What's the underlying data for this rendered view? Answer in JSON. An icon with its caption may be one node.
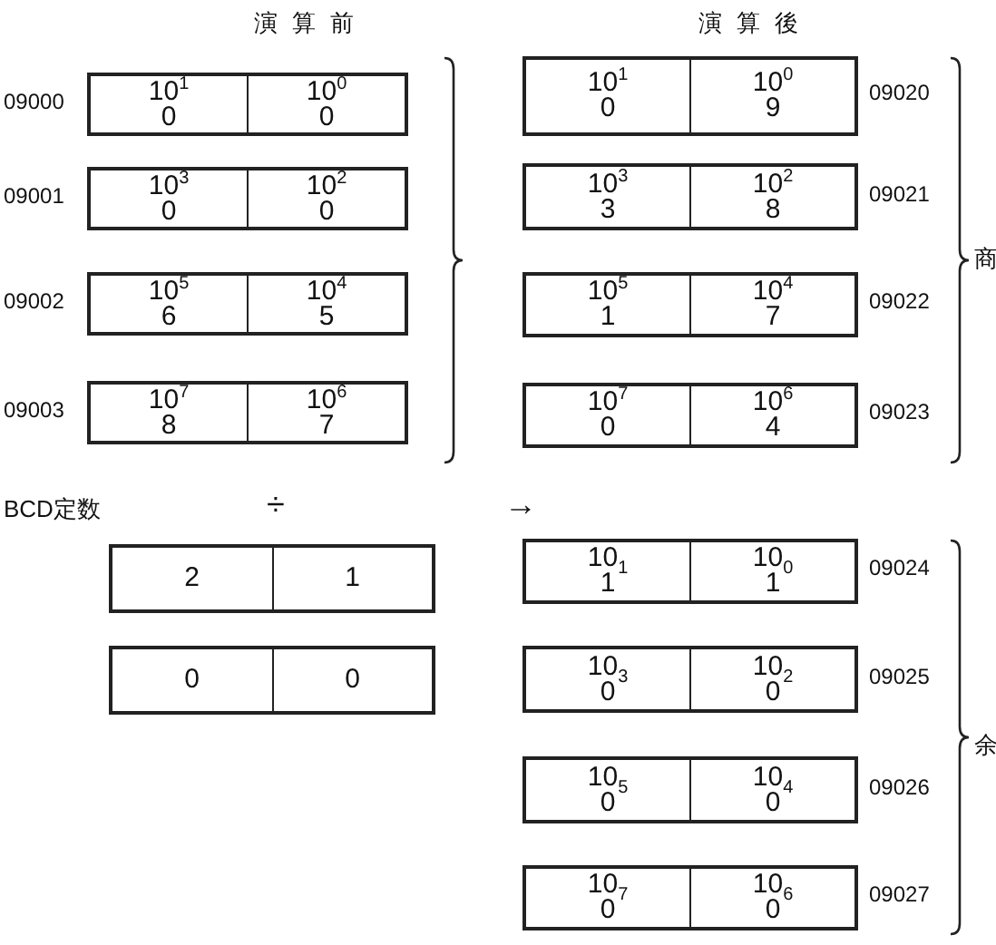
{
  "diagram": {
    "nodes": [
      {
        "text": [],
        "shape": "box",
        "beside": [
          "09000"
        ]
      },
      {
        "text": [
          "10$^{1}$",
          "0"
        ],
        "in": 0
      },
      {
        "text": [
          "10$^{0}$",
          "0"
        ],
        "in": 0
      },
      {
        "text": [],
        "shape": "box",
        "beside": [
          "09001"
        ]
      },
      {
        "text": [
          "10$^{3}$",
          "0"
        ],
        "in": 3
      },
      {
        "text": [
          "10$^{2}$",
          "0"
        ],
        "in": 3
      },
      {
        "text": [],
        "shape": "box",
        "beside": [
          "09002"
        ]
      },
      {
        "text": [
          "10$^{5}$",
          "6"
        ],
        "in": 6
      },
      {
        "text": [
          "10$^{4}$",
          "5"
        ],
        "in": 6
      },
      {
        "text": [],
        "shape": "box",
        "beside": [
          "09003"
        ]
      },
      {
        "text": [
          "10$^{7}$",
          "8"
        ],
        "in": 9
      },
      {
        "text": [
          "10$^{6}$",
          "7"
        ],
        "in": 9
      },
      {
        "text": [],
        "shape": "box"
      },
      {
        "text": [
          "2"
        ],
        "in": 12
      },
      {
        "text": [
          "1"
        ],
        "in": 12
      },
      {
        "text": [],
        "shape": "box"
      },
      {
        "text": [
          "0"
        ],
        "in": 15
      },
      {
        "text": [
          "0"
        ],
        "in": 15
      },
      {
        "text": [],
        "shape": "box",
        "beside": [
          "09020"
        ]
      },
      {
        "text": [
          "10$^{1}$",
          "0"
        ],
        "in": 18
      },
      {
        "text": [
          "10$^{0}$",
          "9"
        ],
        "in": 18
      },
      {
        "text": [],
        "shape": "box",
        "beside": [
          "09021"
        ]
      },
      {
        "text": [
          "10$^{3}$",
          "3"
        ],
        "in": 21
      },
      {
        "text": [
          "10$^{2}$",
          "8"
        ],
        "in": 21
      },
      {
        "text": [],
        "shape": "box",
        "beside": [
          "09022"
        ]
      },
      {
        "text": [
          "10$^{5}$",
          "1"
        ],
        "in": 24
      },
      {
        "text": [
          "10$^{4}$",
          "7"
        ],
        "in": 24
      },
      {
        "text": [],
        "shape": "box",
        "beside": [
          "09023"
        ]
      },
      {
        "text": [
          "10$^{7}$",
          "0"
        ],
        "in": 27
      },
      {
        "text": [
          "10$^{6}$",
          "4"
        ],
        "in": 27
      },
      {
        "text": [],
        "shape": "box",
        "beside": [
          "09024"
        ]
      },
      {
        "text": [
          "10$_{1}$",
          "1"
        ],
        "in": 30
      },
      {
        "text": [
          "10$_{0}$",
          "1"
        ],
        "in": 30
      },
      {
        "text": [],
        "shape": "box",
        "beside": [
          "09025"
        ]
      },
      {
        "text": [
          "10$_{3}$",
          "0"
        ],
        "in": 33
      },
      {
        "text": [
          "10$_{2}$",
          "0"
        ],
        "in": 33
      },
      {
        "text": [],
        "shape": "box",
        "beside": [
          "09026"
        ]
      },
      {
        "text": [
          "10$_{5}$",
          "0"
        ],
        "in": 36
      },
      {
        "text": [
          "10$_{4}$",
          "0"
        ],
        "in": 36
      },
      {
        "text": [],
        "shape": "box",
        "beside": [
          "09027"
        ]
      },
      {
        "text": [
          "10$_{7}$",
          "0"
        ],
        "in": 39
      },
      {
        "text": [
          "10$_{6}$",
          "0"
        ],
        "in": 39
      }
    ],
    "labels": [
      "演算前",
      "演算後",
      "商",
      "BCD定数",
      "÷",
      "→",
      "余"
    ]
  }
}
